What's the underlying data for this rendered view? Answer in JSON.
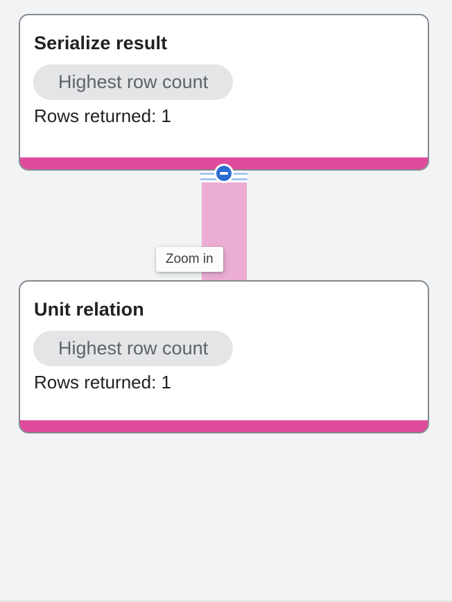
{
  "canvas": {
    "background_color": "#f1f3f4"
  },
  "colors": {
    "node_accent_pink": "#df4a9d",
    "edge_pink": "#ebadd3",
    "collapse_button_blue": "#2b6cd4",
    "stripe_blue": "#a5c6f3",
    "badge_background": "#e4e5e7",
    "badge_text": "#5f6368",
    "text_primary": "#202124",
    "card_border": "#84898e"
  },
  "nodes": [
    {
      "title": "Serialize result",
      "badge": "Highest row count",
      "rows_label": "Rows returned: 1",
      "rows_returned": 1
    },
    {
      "title": "Unit relation",
      "badge": "Highest row count",
      "rows_label": "Rows returned: 1",
      "rows_returned": 1
    }
  ],
  "edge": {
    "collapse_icon": "minus-icon",
    "tooltip": "Zoom in"
  }
}
